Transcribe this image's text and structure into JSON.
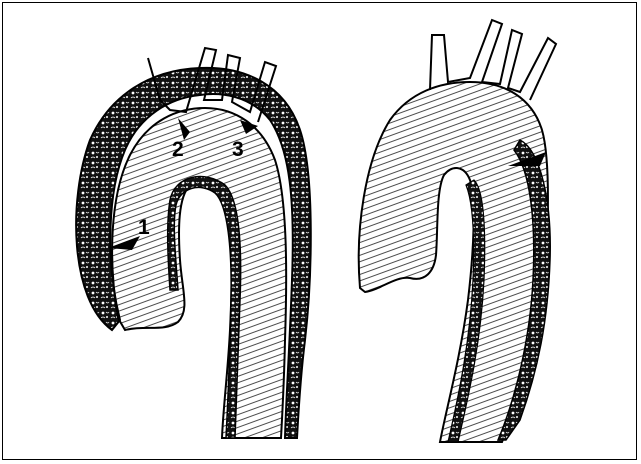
{
  "figure": {
    "labels": [
      {
        "id": "1",
        "text": "1"
      },
      {
        "id": "2",
        "text": "2"
      },
      {
        "id": "3",
        "text": "3"
      }
    ],
    "colors": {
      "ink": "#000000",
      "paper": "#ffffff",
      "thrombus": "#1a1a1a"
    }
  }
}
